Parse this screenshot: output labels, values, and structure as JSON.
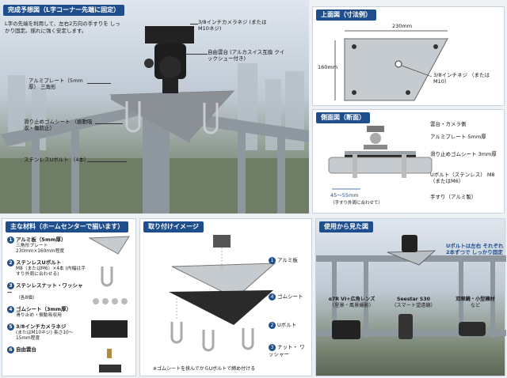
{
  "main": {
    "title": "完成予想図（L字コーナー先端に固定）",
    "desc": "L字の先端を利用して、左右2方向の手すりを しっかり固定。揺れに強く安定します。",
    "labels": {
      "screw": "3/8インチカメラネジ (またはM10ネジ)",
      "head": "自由雲台 (アルカスイス互換 クイックシュー付き)",
      "plate": "アルミプレート（5mm厚） 三角形",
      "rubber": "滑り止めゴムシート （振動吸収・傷防止）",
      "bolt": "ステンレスUボルト （4本）"
    }
  },
  "top_view": {
    "title": "上面図（寸法例）",
    "width_dim": "230mm",
    "height_dim": "160mm",
    "hole": "3/8インチネジ （またはM10）"
  },
  "side_view": {
    "title": "側面図（断面）",
    "labels": {
      "camera": "雲台・カメラ側",
      "plate": "アルミプレート 5mm厚",
      "rubber": "滑り止めゴムシート 3mm厚",
      "ubolt": "Uボルト（ステンレス） M8（またはM6）",
      "rail": "手すり（アルミ製）"
    },
    "dim": "45～55mm",
    "dim_note": "（手すり外周に合わせて）"
  },
  "materials": {
    "title": "主な材料（ホームセンターで揃います）",
    "items": [
      {
        "num": "1",
        "name": "アルミ板（5mm厚）",
        "detail": "三角形プレート 230mm×160mm程度"
      },
      {
        "num": "2",
        "name": "ステンレスUボルト",
        "detail": "M8（またはM6）×4本 (内幅は手すり外周に合わせる)"
      },
      {
        "num": "3",
        "name": "ステンレスナット・ワッシャー",
        "detail": "（各8個）"
      },
      {
        "num": "4",
        "name": "ゴムシート（3mm厚）",
        "detail": "滑り止め・振動吸収用"
      },
      {
        "num": "5",
        "name": "3/8インチカメラネジ",
        "detail": "(またはM10ネジ) 長さ10～15mm程度"
      },
      {
        "num": "6",
        "name": "自由雲台",
        "detail": ""
      }
    ]
  },
  "assembly": {
    "title": "取り付けイメージ",
    "labels": {
      "plate": "アルミ板",
      "rubber": "ゴムシート",
      "ubolt": "Uボルト",
      "nut": "ナット・ ワッシャー"
    },
    "nums": {
      "plate": "1",
      "rubber": "4",
      "ubolt": "2",
      "nut": "3"
    },
    "note": "※ゴムシートを挟んでからUボルトで締め付ける"
  },
  "usage": {
    "title": "使用から見た図",
    "note": "Uボルトは左右 それぞれ2本ずつで しっかり固定",
    "examples": [
      {
        "name": "α7R VI+広角レンズ",
        "detail": "（星景・風景撮影）"
      },
      {
        "name": "Seestar S30",
        "detail": "（スマート望遠鏡）"
      },
      {
        "name": "双眼鏡・小型機材",
        "detail": "など"
      }
    ]
  },
  "colors": {
    "accent": "#1f4e8c",
    "metal": "#9aa1a8",
    "rubber": "#2a2a2a"
  }
}
